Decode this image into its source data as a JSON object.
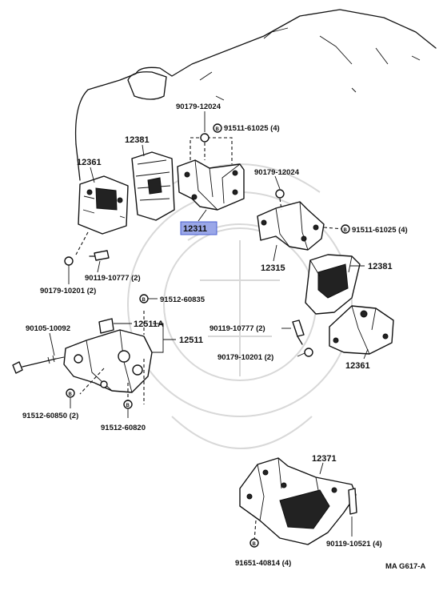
{
  "diagram": {
    "parts": {
      "p12381a": "12381",
      "p12361a": "12361",
      "p90179_12024a": "90179-12024",
      "p91511_61025a": "91511-61025 (4)",
      "p90179_12024b": "90179-12024",
      "p12311": "12311",
      "p91511_61025b": "91511-61025 (4)",
      "p12315": "12315",
      "p12381b": "12381",
      "p90119_10777a": "90119-10777 (2)",
      "p90179_10201a": "90179-10201 (2)",
      "p91512_60835": "91512-60835",
      "p90105_10092": "90105-10092",
      "p12511A": "12511A",
      "p12511": "12511",
      "p90119_10777b": "90119-10777 (2)",
      "p90179_10201b": "90179-10201 (2)",
      "p12361b": "12361",
      "p91512_60850": "91512-60850 (2)",
      "p91512_60820": "91512-60820",
      "p12371": "12371",
      "p91651_40814": "91651-40814 (4)",
      "p90119_10521": "90119-10521 (4)"
    },
    "figure_code": "MA G617-A",
    "highlight_color": "#9aa7e8"
  }
}
